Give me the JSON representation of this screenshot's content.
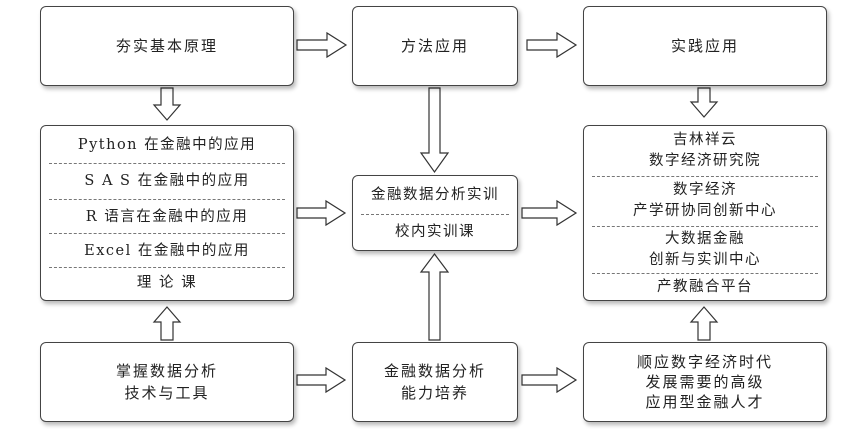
{
  "top": {
    "left": "夯实基本原理",
    "middle": "方法应用",
    "right": "实践应用"
  },
  "theory": {
    "items": [
      "Python 在金融中的应用",
      "S A S 在金融中的应用",
      "R 语言在金融中的应用",
      "Excel 在金融中的应用",
      "理 论 课"
    ]
  },
  "training": {
    "title": "金融数据分析实训",
    "course": "校内实训课"
  },
  "platforms": {
    "items": [
      [
        "吉林祥云",
        "数字经济研究院"
      ],
      [
        "数字经济",
        "产学研协同创新中心"
      ],
      [
        "大数据金融",
        "创新与实训中心"
      ],
      [
        "产教融合平台"
      ]
    ]
  },
  "bottom": {
    "left": [
      "掌握数据分析",
      "技术与工具"
    ],
    "middle": [
      "金融数据分析",
      "能力培养"
    ],
    "right": [
      "顺应数字经济时代",
      "发展需要的高级",
      "应用型金融人才"
    ]
  }
}
